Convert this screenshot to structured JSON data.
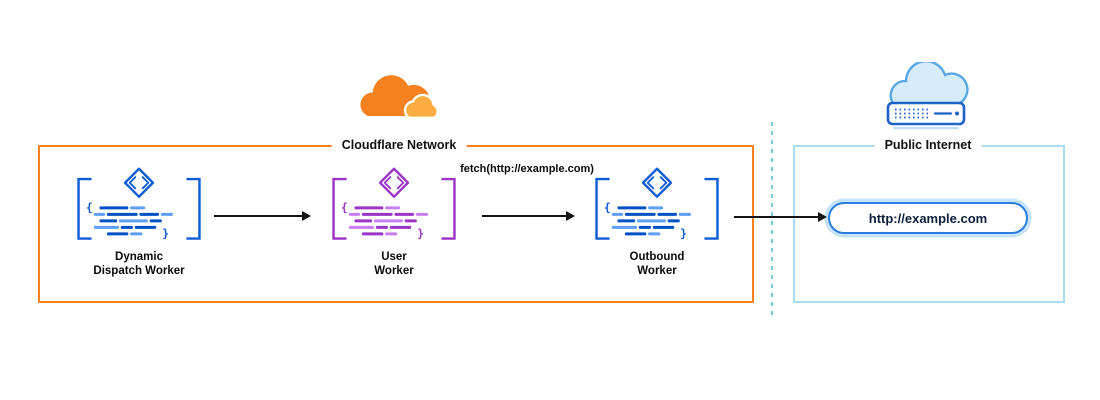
{
  "cloudflare_network": {
    "label": "Cloudflare Network",
    "logo_icon": "cloudflare-logo",
    "workers": [
      {
        "line1": "Dynamic",
        "line2": "Dispatch Worker",
        "theme": "blue",
        "icon": "code-brackets-worker"
      },
      {
        "line1": "User",
        "line2": "Worker",
        "theme": "purple",
        "icon": "code-brackets-worker"
      },
      {
        "line1": "Outbound",
        "line2": "Worker",
        "theme": "blue",
        "icon": "code-brackets-worker"
      }
    ]
  },
  "flow": {
    "fetch_label": "fetch(http://example.com)",
    "arrows": [
      "dispatch-to-user",
      "user-to-outbound",
      "outbound-to-internet"
    ]
  },
  "public_internet": {
    "label": "Public Internet",
    "icon": "cloud-server",
    "url": "http://example.com"
  },
  "colors": {
    "cloudflare_orange": "#F6821F",
    "cloudflare_amber": "#FBAD41",
    "worker_blue": "#0B5CD5",
    "worker_blue_light": "#5F9EF5",
    "worker_purple": "#9A35C8",
    "worker_purple_light": "#C77FF0",
    "internet_box_border": "#A8DCEC",
    "divider_dotted_blue": "#76CBE2",
    "url_pill_border": "#2B7DE1",
    "url_pill_halo": "#C5E4F8",
    "arrow": "#141414"
  }
}
